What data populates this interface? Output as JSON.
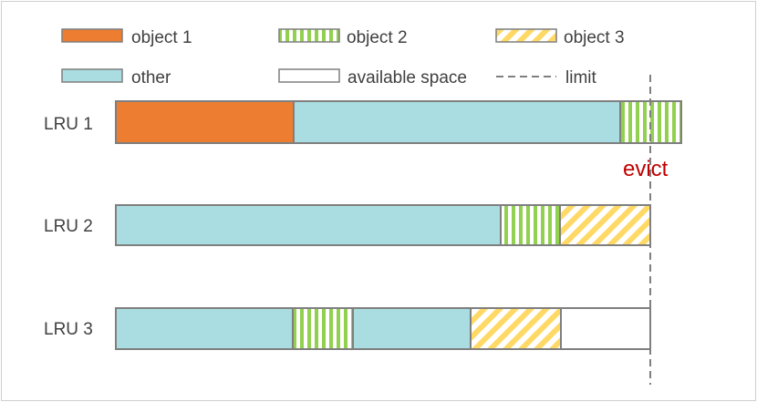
{
  "legend": {
    "object1": "object 1",
    "object2": "object 2",
    "object3": "object 3",
    "other": "other",
    "available": "available space",
    "limit": "limit"
  },
  "rows": [
    {
      "label": "LRU 1"
    },
    {
      "label": "LRU 2"
    },
    {
      "label": "LRU 3"
    }
  ],
  "evict_label": "evict",
  "colors": {
    "object1": "#ED7D31",
    "object2_stripe": "#92D050",
    "object3_stripe": "#FFD966",
    "other": "#A9DDE1",
    "border": "#7F7F7F",
    "evict": "#C00000"
  }
}
